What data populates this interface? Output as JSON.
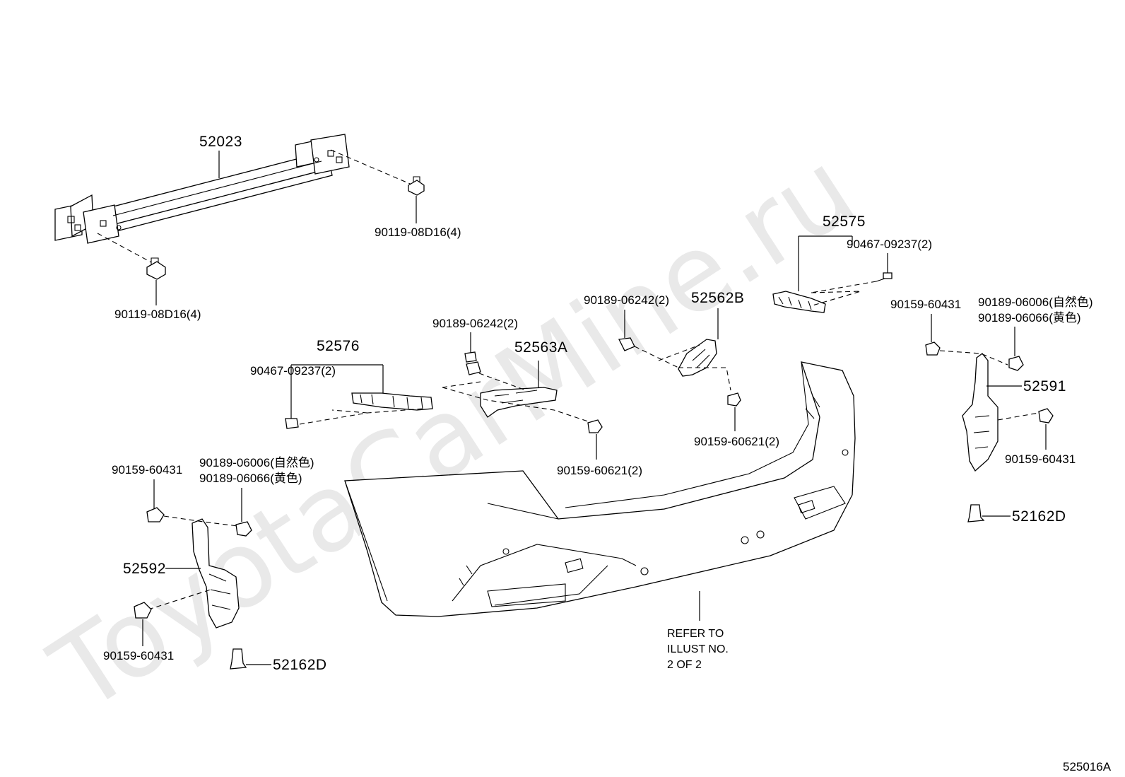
{
  "watermark": "ToyotaCarMine.ru",
  "illustration_id": "525016A",
  "parts": {
    "reinforcement": "52023",
    "bolt_top": "90119-08D16(4)",
    "bolt_bottom": "90119-08D16(4)",
    "retainer_r": "52575",
    "screw_r": "90467-09237(2)",
    "retainer_l": "52576",
    "screw_l": "90467-09237(2)",
    "clip_52562b": "90189-06242(2)",
    "support_52562b": "52562B",
    "bolt_52562b": "90159-60621(2)",
    "clip_52563a": "90189-06242(2)",
    "support_52563a": "52563A",
    "bolt_52563a": "90159-60621(2)",
    "bolt_r_top": "90159-60431",
    "nut_r_natural": "90189-06006(自然色)",
    "nut_r_yellow": "90189-06066(黄色)",
    "bracket_r": "52591",
    "bolt_r_side": "90159-60431",
    "clip_r": "52162D",
    "bolt_l_top": "90159-60431",
    "nut_l_natural": "90189-06006(自然色)",
    "nut_l_yellow": "90189-06066(黄色)",
    "bracket_l": "52592",
    "bolt_l_side": "90159-60431",
    "clip_l": "52162D"
  },
  "bumper_note": [
    "REFER TO",
    "ILLUST NO.",
    "2 OF 2"
  ]
}
